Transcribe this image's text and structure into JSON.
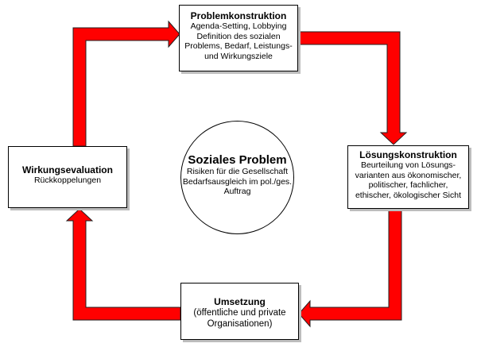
{
  "colors": {
    "arrow_fill": "#ff0000",
    "arrow_stroke": "#202020",
    "box_border": "#000000"
  },
  "nodes": {
    "problemkonstruktion": {
      "title": "Problemkonstruktion",
      "lines": [
        "Agenda-Setting, Lobbying",
        "Definition des sozialen",
        "Problems, Bedarf, Leistungs-",
        "und Wirkungsziele"
      ]
    },
    "loesungskonstruktion": {
      "title": "Lösungskonstruktion",
      "lines": [
        "Beurteilung von Lösungs-",
        "varianten aus ökonomischer,",
        "politischer, fachlicher,",
        "ethischer, ökologischer Sicht"
      ]
    },
    "umsetzung": {
      "title": "Umsetzung",
      "lines": [
        "(öffentliche und private",
        "Organisationen)"
      ]
    },
    "wirkungsevaluation": {
      "title": "Wirkungsevaluation",
      "lines": [
        "Rückkoppelungen"
      ]
    }
  },
  "center": {
    "title": "Soziales Problem",
    "lines": [
      "Risiken für die Gesellschaft",
      "Bedarfsausgleich im pol./ges.",
      "Auftrag"
    ]
  },
  "edges": [
    {
      "from": "wirkungsevaluation",
      "to": "problemkonstruktion"
    },
    {
      "from": "problemkonstruktion",
      "to": "loesungskonstruktion"
    },
    {
      "from": "loesungskonstruktion",
      "to": "umsetzung"
    },
    {
      "from": "umsetzung",
      "to": "wirkungsevaluation"
    }
  ]
}
